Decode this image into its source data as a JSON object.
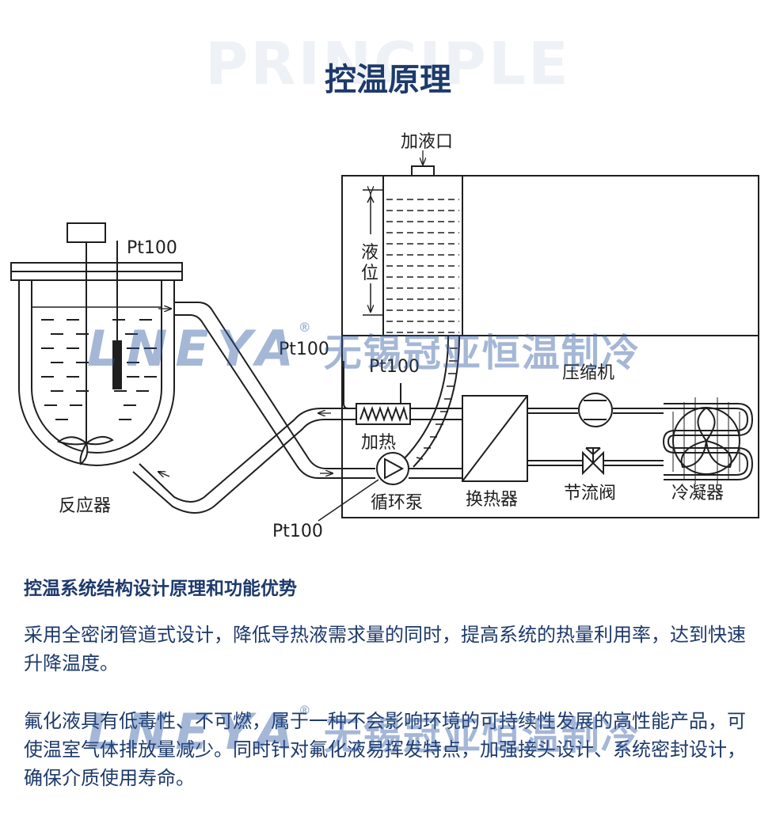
{
  "header": {
    "background_word": "PRINCIPLE",
    "title": "控温原理"
  },
  "diagram": {
    "labels": {
      "fill_port": "加液口",
      "liquid_level_1": "液",
      "liquid_level_2": "位",
      "pt100_reactor": "Pt100",
      "pt100_heater_left": "Pt100",
      "pt100_heater_top": "Pt100",
      "pt100_pump": "Pt100",
      "compressor": "压缩机",
      "heater": "加热",
      "pump": "循环泵",
      "heat_exchanger": "换热器",
      "throttle_valve": "节流阀",
      "condenser": "冷凝器",
      "reactor": "反应器"
    }
  },
  "watermark": {
    "logo": "LNEYA",
    "registered": "®",
    "company": "无锡冠亚恒温制冷"
  },
  "section": {
    "heading": "控温系统结构设计原理和功能优势",
    "paragraph_1": "采用全密闭管道式设计，降低导热液需求量的同时，提高系统的热量利用率，达到快速升降温度。",
    "paragraph_2": "氟化液具有低毒性、不可燃，属于一种不会影响环境的可持续性发展的高性能产品，可使温室气体排放量减少。同时针对氟化液易挥发特点，加强接头设计、系统密封设计，确保介质使用寿命。"
  },
  "colors": {
    "brand_blue": "#1d3a6b",
    "watermark_blue": "#2a55a0",
    "line": "#1f1f1f"
  }
}
